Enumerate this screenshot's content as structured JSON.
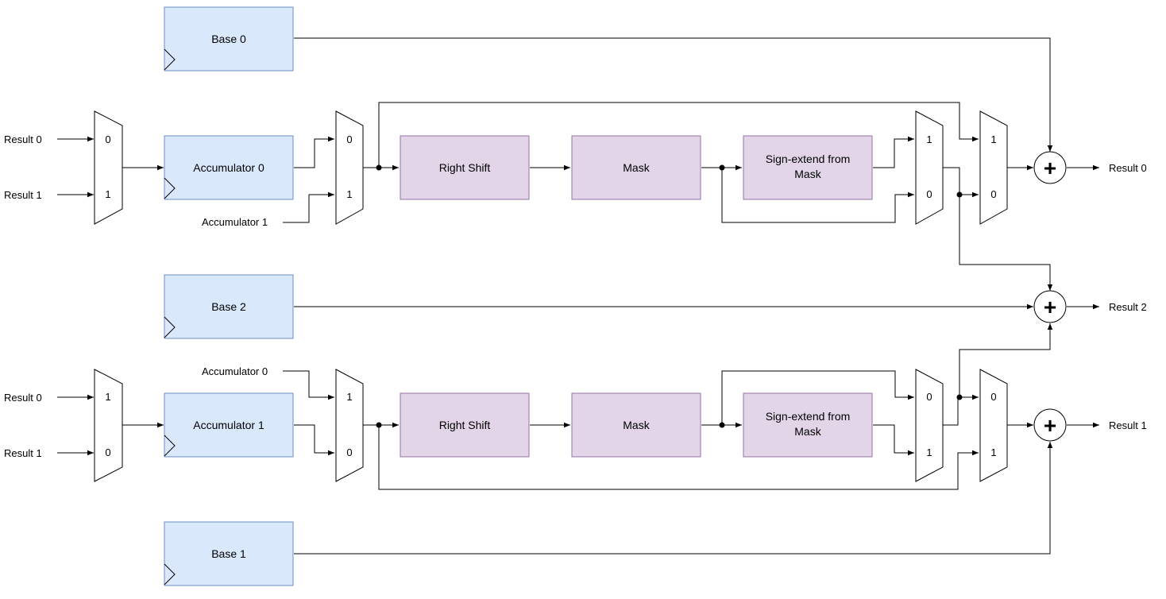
{
  "registers": {
    "base0": "Base 0",
    "base1": "Base 1",
    "base2": "Base 2",
    "acc0": "Accumulator 0",
    "acc1": "Accumulator 1"
  },
  "top_path": {
    "shift": "Right Shift",
    "mask": "Mask",
    "sign": [
      "Sign-extend from",
      "Mask"
    ]
  },
  "bottom_path": {
    "shift": "Right Shift",
    "mask": "Mask",
    "sign": [
      "Sign-extend from",
      "Mask"
    ]
  },
  "inputs": {
    "top_in_a": "Result 0",
    "top_in_b": "Result 1",
    "top_acc_other": "Accumulator 1",
    "bot_in_a": "Result 0",
    "bot_in_b": "Result 1",
    "bot_acc_other": "Accumulator 0"
  },
  "outputs": {
    "result0": "Result 0",
    "result2": "Result 2",
    "result1": "Result 1"
  },
  "mux_labels": {
    "top_input_mux": [
      "0",
      "1"
    ],
    "top_acc_mux": [
      "0",
      "1"
    ],
    "top_sign_mux": [
      "1",
      "0"
    ],
    "top_out_mux": [
      "1",
      "0"
    ],
    "bot_input_mux": [
      "1",
      "0"
    ],
    "bot_acc_mux": [
      "1",
      "0"
    ],
    "bot_sign_mux": [
      "0",
      "1"
    ],
    "bot_out_mux": [
      "0",
      "1"
    ]
  },
  "adder_symbol": "+"
}
